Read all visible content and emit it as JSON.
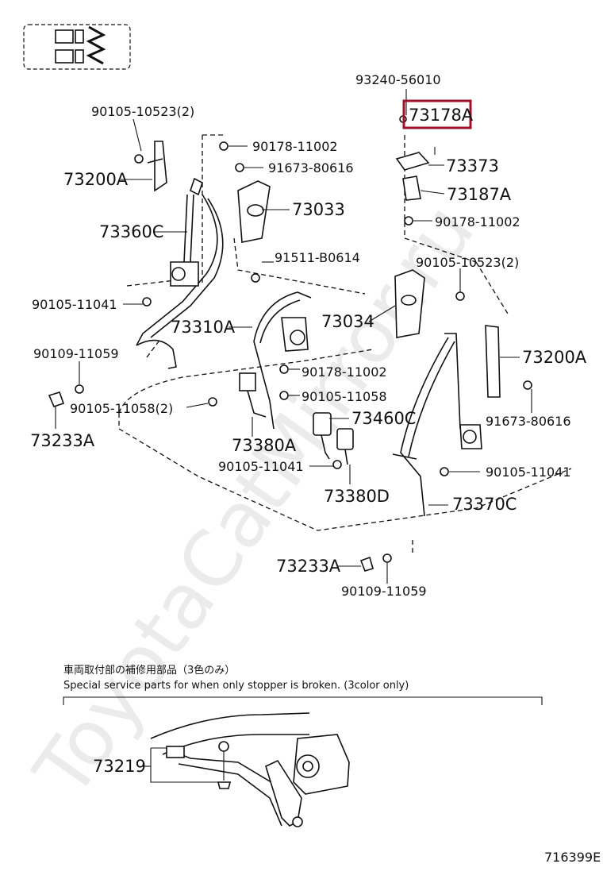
{
  "watermark": "ToyotaCatMirror.ru",
  "drawing_id": "716399E",
  "highlight_color": "#a0102a",
  "parts": {
    "p_93240": "93240-56010",
    "p_73178A": "73178A",
    "p_73373": "73373",
    "p_73187A": "73187A",
    "p_90178_right": "90178-11002",
    "p_90105_10523_right": "90105-10523(2)",
    "p_73200A_right": "73200A",
    "p_91673_right": "91673-80616",
    "p_90105_11041_right": "90105-11041",
    "p_73370C": "73370C",
    "p_90109_bottom": "90109-11059",
    "p_73233A_bottom": "73233A",
    "p_90105_10523_left": "90105-10523(2)",
    "p_90178_left": "90178-11002",
    "p_91673_left": "91673-80616",
    "p_73200A_left": "73200A",
    "p_73033": "73033",
    "p_73360C": "73360C",
    "p_91511": "91511-B0614",
    "p_90105_11041_left": "90105-11041",
    "p_73310A": "73310A",
    "p_73034": "73034",
    "p_90109_left": "90109-11059",
    "p_90178_center": "90178-11002",
    "p_90105_11058": "90105-11058",
    "p_90105_11058_2": "90105-11058(2)",
    "p_73460C": "73460C",
    "p_73233A_left": "73233A",
    "p_73380A": "73380A",
    "p_90105_11041_center": "90105-11041",
    "p_73380D": "73380D",
    "p_73219": "73219"
  },
  "note": {
    "jp": "車両取付部の補修用部品（3色のみ）",
    "en": "Special service parts for when only stopper is broken. (3color only)"
  }
}
